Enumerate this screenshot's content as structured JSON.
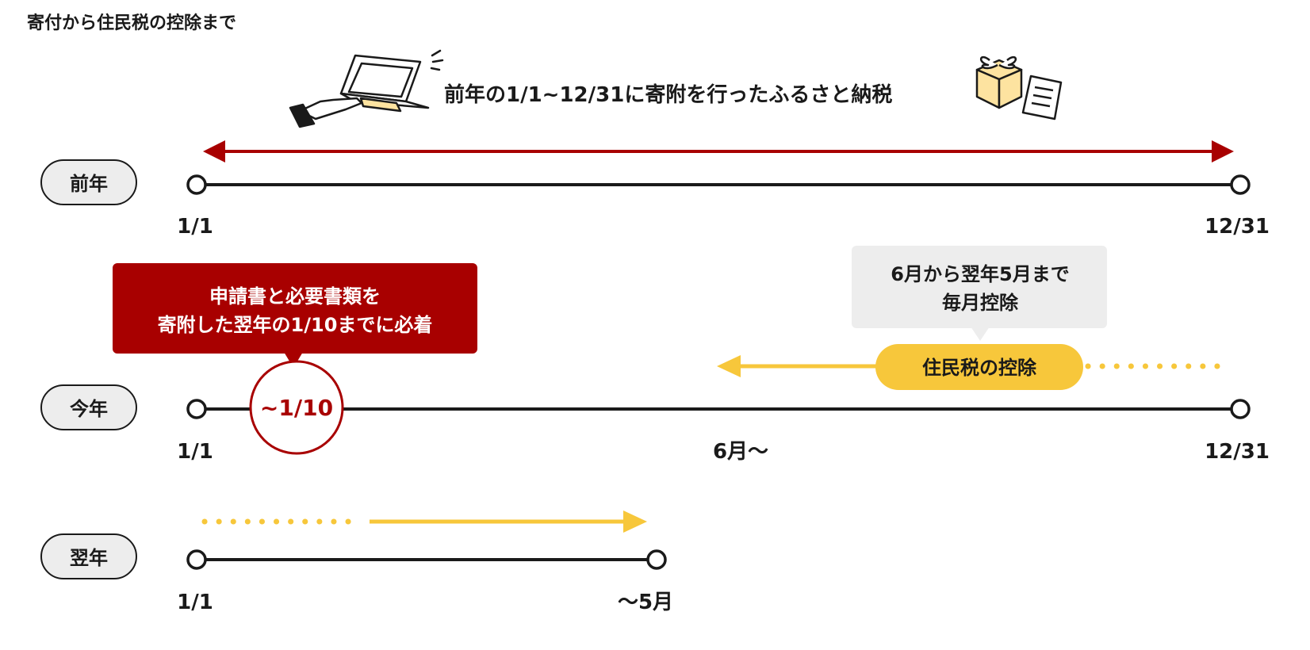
{
  "page_title": "寄付から住民税の控除まで",
  "header_caption": "前年の1/1~12/31に寄附を行ったふるさと納税",
  "colors": {
    "red": "#a80000",
    "yellow": "#f7c73b",
    "black": "#1a1a1a",
    "gray_box": "#ededed",
    "package": "#fde3a0"
  },
  "rows": {
    "prev_year": {
      "label": "前年",
      "start": "1/1",
      "end": "12/31"
    },
    "this_year": {
      "label": "今年",
      "start": "1/1",
      "mid": "6月～",
      "end": "12/31"
    },
    "next_year": {
      "label": "翌年",
      "start": "1/1",
      "end": "～5月"
    }
  },
  "deadline_box": {
    "line1": "申請書と必要書類を",
    "line2": "寄附した翌年の1/10までに必着"
  },
  "deadline_marker": "~1/10",
  "deduction_note": {
    "line1": "6月から翌年5月まで",
    "line2": "毎月控除"
  },
  "deduction_pill": "住民税の控除",
  "icons": [
    "laptop-icon",
    "hand-icon",
    "gift-box-icon",
    "document-icon",
    "arrow-icon"
  ]
}
